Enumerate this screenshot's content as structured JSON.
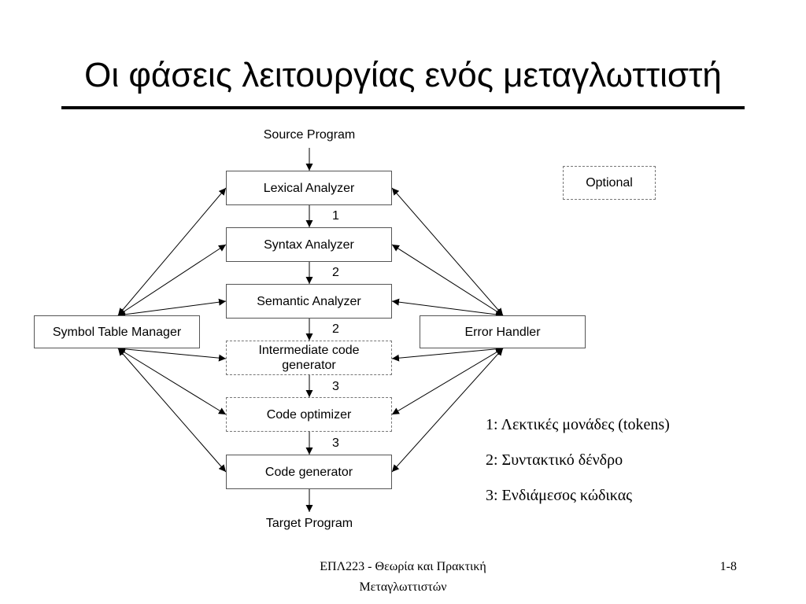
{
  "slide": {
    "title": "Οι φάσεις λειτουργίας ενός μεταγλωττιστή"
  },
  "diagram": {
    "source_label": "Source Program",
    "target_label": "Target Program",
    "phases": [
      {
        "label": "Lexical Analyzer",
        "style": "solid"
      },
      {
        "label": "Syntax Analyzer",
        "style": "solid"
      },
      {
        "label": "Semantic Analyzer",
        "style": "solid"
      },
      {
        "label": "Intermediate code generator",
        "style": "dashed"
      },
      {
        "label": "Code optimizer",
        "style": "dashed"
      },
      {
        "label": "Code generator",
        "style": "solid"
      }
    ],
    "edge_labels": [
      "1",
      "2",
      "2",
      "3",
      "3"
    ],
    "symbol_table": "Symbol Table Manager",
    "error_handler": "Error Handler",
    "optional_key": "Optional"
  },
  "legend": [
    "1: Λεκτικές μονάδες (tokens)",
    "2: Συντακτικό δένδρο",
    "3: Ενδιάμεσος κώδικας"
  ],
  "footer": {
    "course": "ΕΠΛ223 - Θεωρία και Πρακτική Μεταγλωττιστών",
    "page": "1-8"
  }
}
